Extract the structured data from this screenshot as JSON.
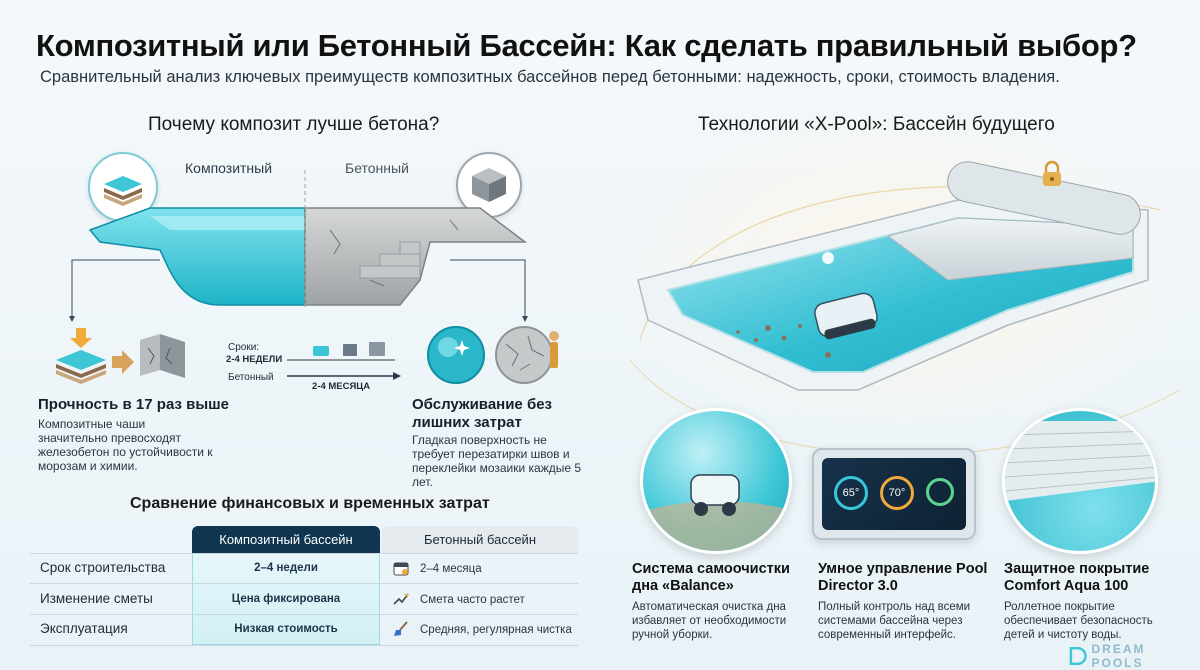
{
  "title": "Композитный или Бетонный Бассейн: Как сделать правильный выбор?",
  "subtitle": "Сравнительный анализ ключевых преимуществ композитных бассейнов перед бетонными: надежность, сроки, стоимость владения.",
  "left_section": {
    "heading": "Почему композит лучше бетона?",
    "label_composite": "Композитный",
    "label_concrete": "Бетонный",
    "timeline": {
      "srok_label": "Сроки:",
      "composite_time": "2-4 НЕДЕЛИ",
      "concrete_label": "Бетонный",
      "concrete_time": "2-4 МЕСЯЦА"
    },
    "feature1": {
      "title": "Прочность в 17 раз выше",
      "desc": "Композитные чаши значительно превосходят железобетон по устойчивости к морозам и химии."
    },
    "feature2": {
      "title": "Обслуживание без лишних затрат",
      "desc": "Гладкая поверхность не требует перезатирки швов и переклейки мозаики каждые 5 лет."
    }
  },
  "comparison": {
    "heading": "Сравнение финансовых и временных затрат",
    "col_composite": "Композитный бассейн",
    "col_concrete": "Бетонный бассейн",
    "rows": [
      {
        "label": "Срок строительства",
        "composite": "2–4 недели",
        "concrete": "2–4 месяца",
        "icon": "calendar-icon"
      },
      {
        "label": "Изменение сметы",
        "composite": "Цена фиксирована",
        "concrete": "Смета часто растет",
        "icon": "trend-up-icon"
      },
      {
        "label": "Эксплуатация",
        "composite": "Низкая стоимость",
        "concrete": "Средняя, регулярная чистка",
        "icon": "brush-icon"
      }
    ]
  },
  "right_section": {
    "heading": "Технологии «X-Pool»: Бассейн будущего",
    "features": [
      {
        "title": "Система самоочистки дна «Balance»",
        "desc": "Автоматическая очистка дна избавляет от необходимости ручной уборки."
      },
      {
        "title": "Умное управление Pool Director 3.0",
        "desc": "Полный контроль над всеми системами бассейна через современный интерфейс."
      },
      {
        "title": "Защитное покрытие Comfort Aqua 100",
        "desc": "Роллетное покрытие обеспечивает безопасность детей и чистоту воды."
      }
    ],
    "tablet_readouts": [
      "65°",
      "70°"
    ]
  },
  "brand": {
    "name": "DREAM POOLS"
  },
  "colors": {
    "accent": "#3cc6d6",
    "teal": "#2ab7c9",
    "dark_navy": "#0f3550",
    "gold": "#e0a545"
  }
}
